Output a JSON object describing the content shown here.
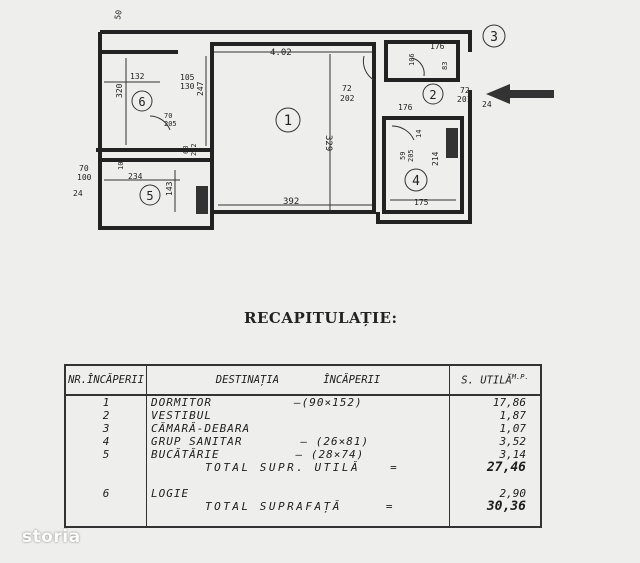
{
  "plan": {
    "rooms": {
      "r1": "1",
      "r2": "2",
      "r3": "3",
      "r4": "4",
      "r5": "5",
      "r6": "6"
    },
    "dims": {
      "top_tick": "50",
      "main_width": "4.02",
      "main_height": "329",
      "main_bottom": "392",
      "left_width": "132",
      "loggia_height": "320",
      "loggia_door_top": "105",
      "loggia_door_bottom": "130",
      "loggia_window": "70",
      "loggia_window2": "205",
      "left_wall": "247",
      "door_left_top": "72",
      "door_left_bottom": "202",
      "closet_top": "176",
      "closet_v1": "106",
      "closet_v2": "83",
      "door_vest_top": "72",
      "door_vest_bottom": "201",
      "wall_tick_right": "24",
      "bath_top": "176",
      "bath_door_top": "59",
      "bath_door_bottom": "205",
      "bath_door_w": "14",
      "bath_height": "214",
      "bath_bottom": "175",
      "kit_door_top": "68",
      "kit_door_bottom": "202",
      "kit_win_top": "70",
      "kit_win_bottom": "100",
      "kit_width": "234",
      "kit_height": "143",
      "kit_10": "10",
      "kit_wall": "24"
    }
  },
  "heading": "RECAPITULAȚIE:",
  "table": {
    "headers": {
      "nr": "NR.ÎNCĂPERII",
      "dest_a": "DESTINAȚIA",
      "dest_b": "ÎNCĂPERII",
      "area": "S. UTILĂ",
      "unit": "M.P."
    },
    "rows": [
      {
        "nr": "1",
        "name": "DORMITOR",
        "note": "–(90×152)",
        "area": "17,86"
      },
      {
        "nr": "2",
        "name": "VESTIBUL",
        "note": "",
        "area": "1,87"
      },
      {
        "nr": "3",
        "name": "CĂMARĂ-DEBARA",
        "note": "",
        "area": "1,07"
      },
      {
        "nr": "4",
        "name": "GRUP SANITAR",
        "note": "– (26×81)",
        "area": "3,52"
      },
      {
        "nr": "5",
        "name": "BUCĂTĂRIE",
        "note": "– (28×74)",
        "area": "3,14"
      }
    ],
    "total_util": {
      "label": "TOTAL  SUPR. UTILĂ",
      "eq": "=",
      "value": "27,46"
    },
    "loggia": {
      "nr": "6",
      "name": "LOGIE",
      "area": "2,90"
    },
    "total_all": {
      "label": "TOTAL  SUPRAFAȚĂ",
      "eq": "=",
      "value": "30,36"
    }
  },
  "watermark": "storia"
}
